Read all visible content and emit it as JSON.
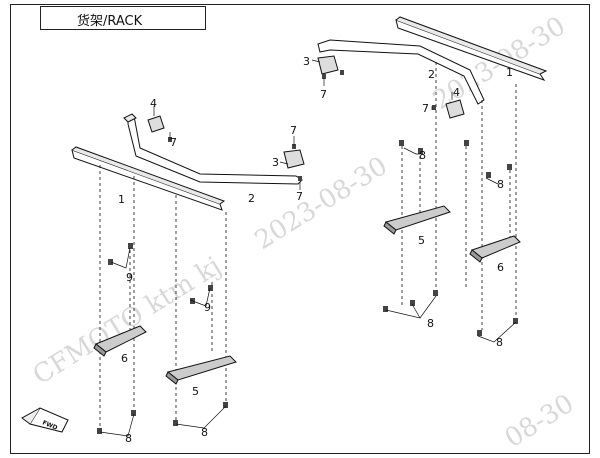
{
  "title": "货架/RACK",
  "watermark": {
    "brand": "CFMOTO  ktm  kj",
    "date": "2023-08-30",
    "date_top": "2023-08-30",
    "date_corner": "08-30"
  },
  "callouts": {
    "front_rack": {
      "rail_left": "1",
      "rail_main": "2",
      "rail_right": "1",
      "rail_main_right": "2"
    },
    "parts": {
      "bracket_a": "3",
      "bracket_b": "3",
      "clamp_a": "4",
      "clamp_b": "4",
      "plate_a": "5",
      "plate_b": "5",
      "plate_c": "6",
      "plate_d": "6",
      "bolt_a": "7",
      "bolt_b": "7",
      "bolt_c": "7",
      "bolt_d": "7",
      "bolt_e": "7",
      "nut_a": "8",
      "nut_b": "8",
      "nut_c": "8",
      "nut_d": "8",
      "nut_e": "8",
      "nut_f": "9",
      "nut_g": "9"
    }
  },
  "fwd_label": "FWD",
  "colors": {
    "line": "#111111",
    "frame": "#222222",
    "watermark": "#d2d2d2"
  }
}
